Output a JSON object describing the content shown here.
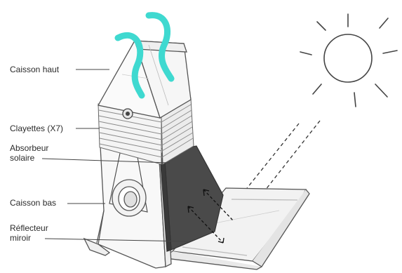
{
  "labels": {
    "caisson_haut": "Caisson haut",
    "clayettes": "Clayettes (X7)",
    "absorbeur_line1": "Absorbeur",
    "absorbeur_line2": "solaire",
    "caisson_bas": "Caisson bas",
    "reflecteur_line1": "Réflecteur",
    "reflecteur_line2": "miroir"
  },
  "colors": {
    "steam": "#3fd9d0",
    "outline": "#555555",
    "absorber": "#4a4a4a",
    "absorber_dark": "#3a3a3a",
    "box_fill": "#f7f7f7",
    "mirror_fill": "#eeeeee"
  },
  "icons": {
    "sun": "sun-icon",
    "steam": "steam-icon"
  }
}
